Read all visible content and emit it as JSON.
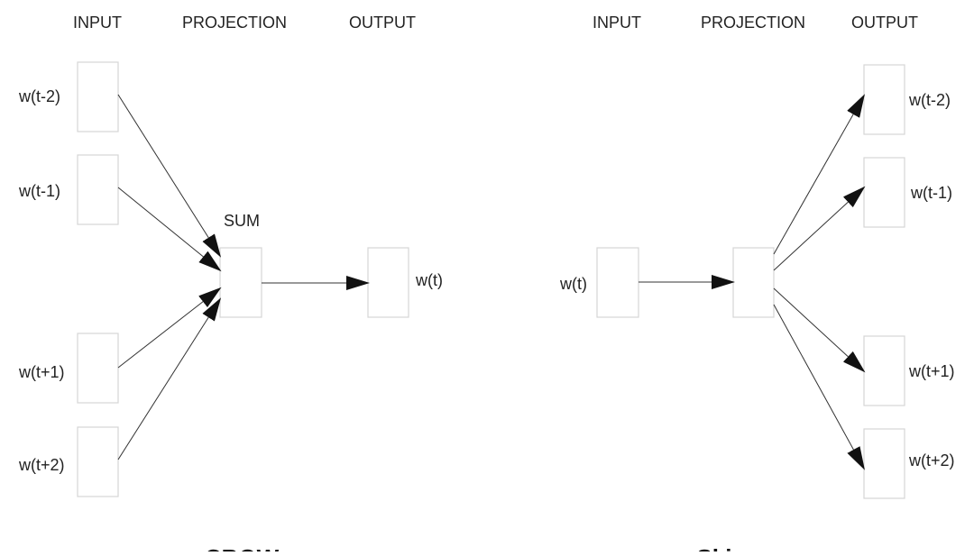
{
  "colors": {
    "box_border": "#d6d6d6",
    "arrow": "#111111",
    "text": "#222222"
  },
  "cbow": {
    "header_input": "INPUT",
    "header_projection": "PROJECTION",
    "header_output": "OUTPUT",
    "inputs": [
      "w(t-2)",
      "w(t-1)",
      "w(t+1)",
      "w(t+2)"
    ],
    "sum_label": "SUM",
    "output": "w(t)",
    "title": "CBOW"
  },
  "skipgram": {
    "header_input": "INPUT",
    "header_projection": "PROJECTION",
    "header_output": "OUTPUT",
    "input": "w(t)",
    "outputs": [
      "w(t-2)",
      "w(t-1)",
      "w(t+1)",
      "w(t+2)"
    ],
    "title": "Skip-gram"
  }
}
